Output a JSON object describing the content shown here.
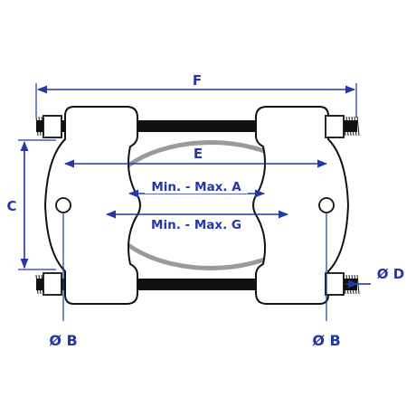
{
  "diagram": {
    "labels": {
      "F": "F",
      "E": "E",
      "A": "Min. - Max. A",
      "G": "Min. - Max. G",
      "C": "C",
      "D": "Ø D",
      "B_left": "Ø B",
      "B_right": "Ø B"
    },
    "colors": {
      "dimension": "#2337a8",
      "outline": "#111111",
      "ring": "#9a9a9a",
      "background": "#ffffff"
    }
  }
}
